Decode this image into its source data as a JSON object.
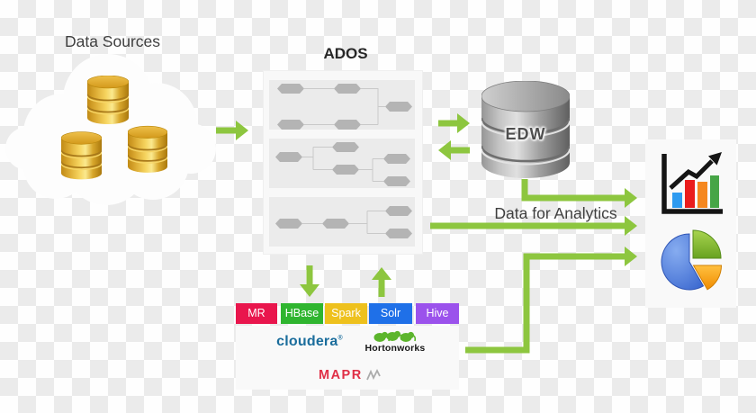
{
  "diagram": {
    "background": "transparency-checkerboard",
    "arrow_color": "#8dc63f",
    "source": {
      "title": "Data Sources",
      "icon": "cloud-with-gold-databases",
      "database_count": 3
    },
    "ados": {
      "title": "ADOS",
      "panel_count": 3,
      "panel_style": "workflow-hexagon-nodes"
    },
    "edw": {
      "label": "EDW",
      "icon": "gray-database-cylinder"
    },
    "analytics": {
      "label": "Data for Analytics",
      "icons": [
        "bar-chart-icon",
        "pie-chart-icon"
      ]
    },
    "hadoop": {
      "chips": [
        {
          "label": "MR",
          "color": "#e9164d"
        },
        {
          "label": "HBase",
          "color": "#2fb52f"
        },
        {
          "label": "Spark",
          "color": "#eec11d"
        },
        {
          "label": "Solr",
          "color": "#1f70e8"
        },
        {
          "label": "Hive",
          "color": "#9b52ec"
        }
      ],
      "vendors": [
        {
          "name": "cloudera",
          "color": "#1b6d9c"
        },
        {
          "name": "Hortonworks",
          "color": "#161616",
          "logo": "elephants-icon"
        },
        {
          "name": "MAPR",
          "color": "#e02f46",
          "logo": "mapr-mark-icon"
        }
      ]
    },
    "colors": {
      "checker_light": "#fefefe",
      "checker_dark": "#ebebeb",
      "gold_db": "#e3aa28",
      "gray_db": "#a2a2a2"
    }
  }
}
